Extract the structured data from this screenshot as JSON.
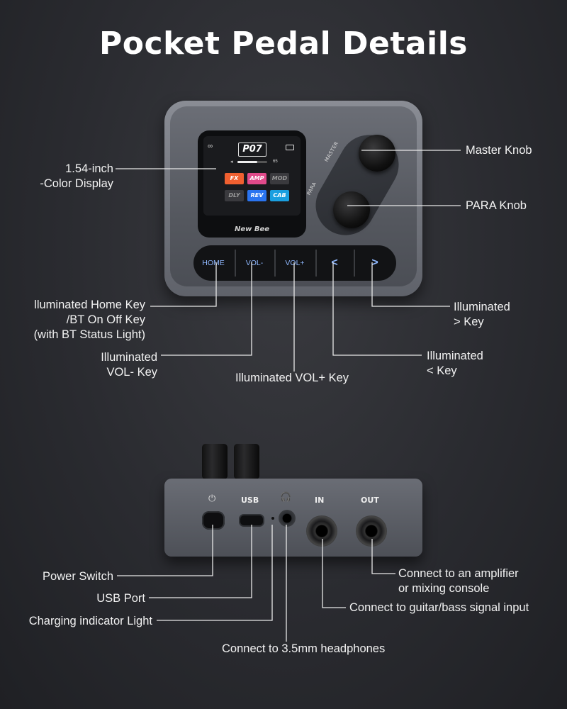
{
  "title": "Pocket Pedal Details",
  "display": {
    "preset": "P07",
    "volume": "65",
    "brand": "New Bee",
    "effects": [
      "FX",
      "AMP",
      "MOD",
      "DLY",
      "REV",
      "CAB"
    ],
    "colors": {
      "fx": "#f06030",
      "amp": "#e04a8a",
      "mod": "#3a3a3e",
      "dly": "#3a3a3e",
      "rev": "#2a74f0",
      "cab": "#1a9fe0"
    }
  },
  "device_top": {
    "knob_master_label": "MASTER",
    "knob_para_label": "PARA",
    "keys": [
      "HOME",
      "VOL-",
      "VOL+",
      "<",
      ">"
    ]
  },
  "device_bottom": {
    "ports": [
      "USB",
      "IN",
      "OUT"
    ]
  },
  "callouts": {
    "display": [
      "1.54-inch",
      "-Color Display"
    ],
    "master_knob": "Master Knob",
    "para_knob": "PARA Knob",
    "home_key": [
      "lluminated Home Key",
      "/BT On Off Key",
      "(with BT Status Light)"
    ],
    "vol_minus": [
      "Illuminated",
      "VOL- Key"
    ],
    "vol_plus": "Illuminated VOL+ Key",
    "left_key": [
      "Illuminated",
      "< Key"
    ],
    "right_key": [
      "Illuminated",
      "> Key"
    ],
    "power_switch": "Power Switch",
    "usb_port": "USB Port",
    "charging_light": "Charging indicator Light",
    "headphones": "Connect to 3.5mm headphones",
    "guitar_input": "Connect to guitar/bass signal input",
    "amp_output": [
      "Connect to an amplifier",
      "or mixing console"
    ]
  }
}
